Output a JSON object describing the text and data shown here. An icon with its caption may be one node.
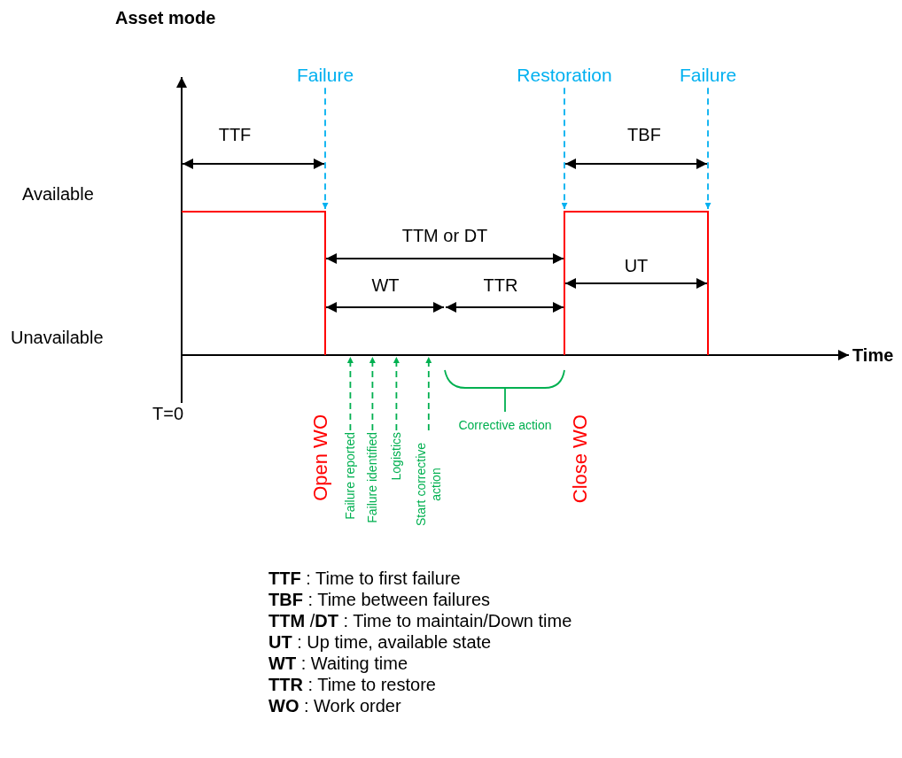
{
  "diagram": {
    "nodes": [
      {
        "text": [
          "Failure"
        ]
      },
      {
        "text": [
          "Restoration"
        ]
      },
      {
        "text": [
          "Failure"
        ]
      },
      {
        "text": [
          "Failure reported"
        ]
      },
      {
        "text": [
          "Failure identified"
        ]
      },
      {
        "text": [
          "Logistics"
        ]
      },
      {
        "text": [
          "Start corrective action"
        ]
      }
    ],
    "edges": [
      {
        "from": 0,
        "to": null,
        "arrow": "to",
        "style": "dashed",
        "color": "#00b0f0"
      },
      {
        "from": 1,
        "to": null,
        "arrow": "to",
        "style": "dashed",
        "color": "#00b0f0"
      },
      {
        "from": 2,
        "to": null,
        "arrow": "to",
        "style": "dashed",
        "color": "#00b0f0"
      },
      {
        "from": 3,
        "to": null,
        "arrow": "to",
        "style": "dashed",
        "color": "#00b050"
      },
      {
        "from": 4,
        "to": null,
        "arrow": "to",
        "style": "dashed",
        "color": "#00b050"
      },
      {
        "from": 5,
        "to": null,
        "arrow": "to",
        "style": "dashed",
        "color": "#00b050"
      },
      {
        "from": 6,
        "to": null,
        "arrow": "to",
        "style": "dashed",
        "color": "#00b050"
      }
    ],
    "labels": [
      "Asset mode",
      "TTF",
      "TBF",
      "Available",
      "TTM or DT",
      "WT",
      "TTR",
      "UT",
      "Unavailable",
      "Time",
      "T=0",
      "Open WO",
      "Corrective action",
      "Close WO",
      "**TTF** : Time to first failure",
      "**TBF** : Time between failures",
      "**TTM** /**DT** : Time to maintain/Down time",
      "**UT** : Up time, available state",
      "**WT** : Waiting time",
      "**TTR** : Time to restore",
      "**WO** : Work order"
    ]
  }
}
